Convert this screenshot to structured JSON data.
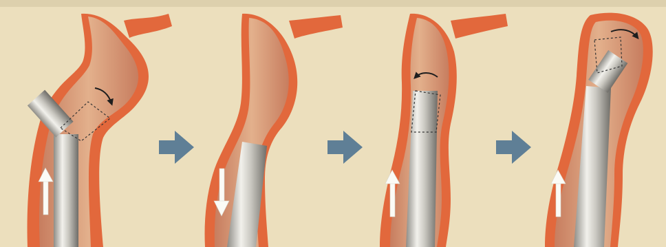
{
  "figure": {
    "steps": [
      {
        "id": "step-1",
        "scope_motion": "push-up",
        "tip_rotation": "clockwise",
        "tip_bent": true
      },
      {
        "id": "step-2",
        "scope_motion": "pull-down",
        "tip_rotation": "none",
        "tip_bent": false
      },
      {
        "id": "step-3",
        "scope_motion": "push-up",
        "tip_rotation": "counter-clockwise",
        "tip_bent": false
      },
      {
        "id": "step-4",
        "scope_motion": "push-up",
        "tip_rotation": "clockwise",
        "tip_bent": true
      }
    ],
    "transitions": [
      {
        "from": "step-1",
        "to": "step-2",
        "icon": "right-arrow-icon"
      },
      {
        "from": "step-2",
        "to": "step-3",
        "icon": "right-arrow-icon"
      },
      {
        "from": "step-3",
        "to": "step-4",
        "icon": "right-arrow-icon"
      }
    ],
    "colors": {
      "background": "#ecdfbd",
      "lumen_wall": "#e2683c",
      "lumen_inner": "#d9a77f",
      "lumen_shadow": "#b57157",
      "scope_body": "#d8d6d0",
      "transition_arrow": "#5f7f96",
      "motion_arrow": "#fbfbf6",
      "rotation_arrow": "#1e1e1e"
    }
  }
}
